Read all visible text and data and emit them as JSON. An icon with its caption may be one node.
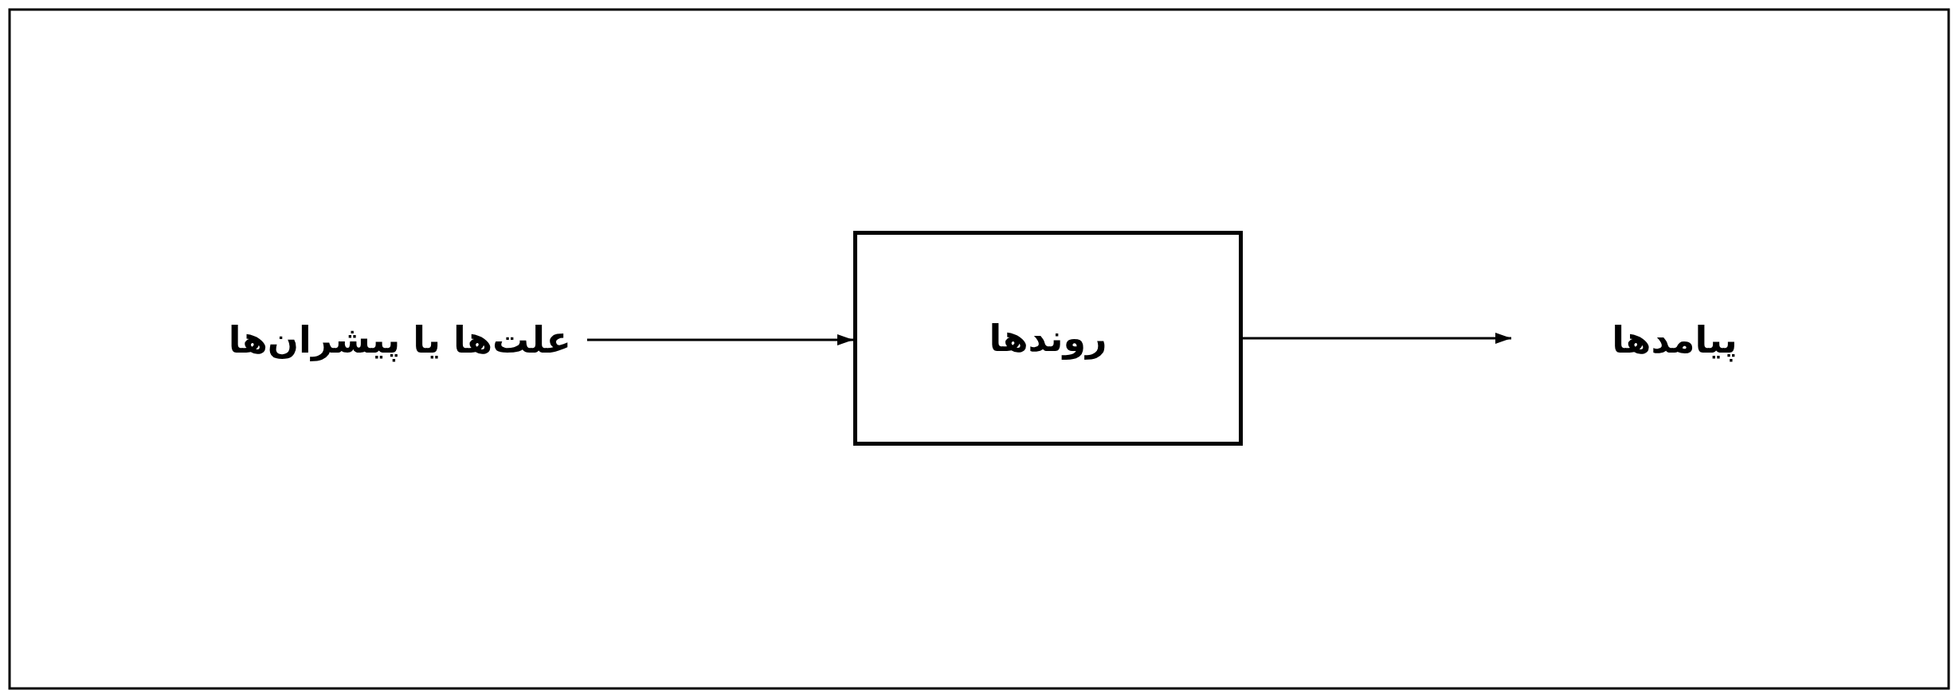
{
  "diagram": {
    "nodes": [
      {
        "text": [
          "علت‌ها یا پیشران‌ها"
        ]
      },
      {
        "text": [
          "روندها"
        ]
      },
      {
        "text": [
          "پیامدها"
        ]
      }
    ],
    "edges": [
      {
        "from": 0,
        "to": 1,
        "arrow": "to"
      },
      {
        "from": 1,
        "to": 2,
        "arrow": "to"
      }
    ]
  }
}
